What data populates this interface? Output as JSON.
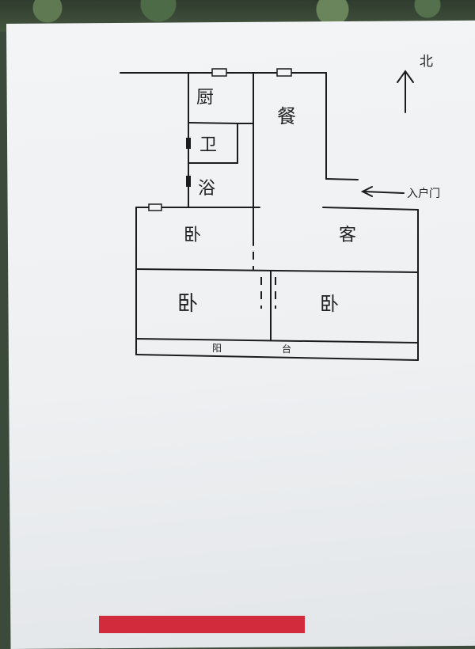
{
  "north_label": "北",
  "entrance_label": "入户门",
  "balcony": {
    "part1": "阳",
    "part2": "台"
  },
  "rooms": {
    "kitchen": "厨",
    "toilet": "卫",
    "bath": "浴",
    "dining": "餐",
    "living": "客",
    "bedroom_upper": "卧",
    "bedroom_lower_left": "卧",
    "bedroom_lower_right": "卧"
  }
}
